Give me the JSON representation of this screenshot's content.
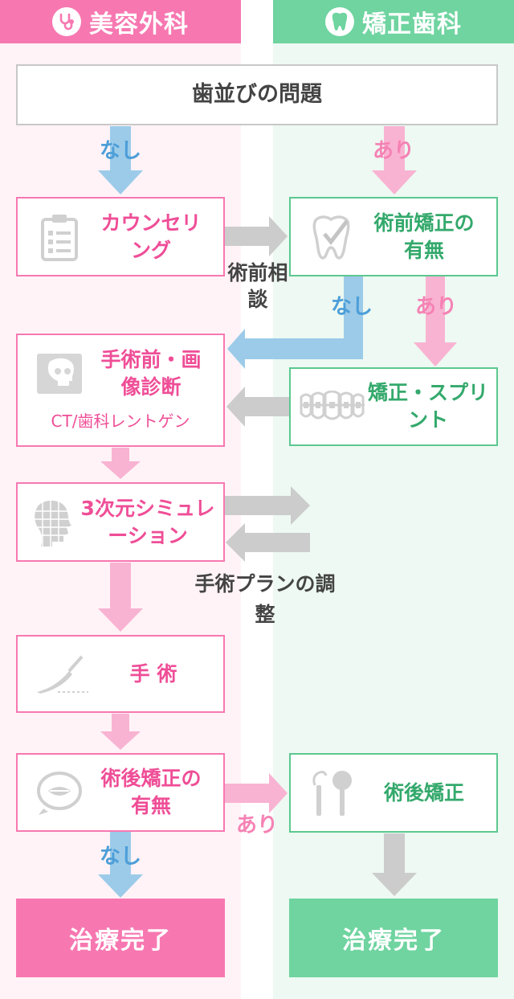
{
  "headers": {
    "left": "美容外科",
    "right": "矯正歯科",
    "left_icon": "stethoscope-icon",
    "right_icon": "tooth-icon"
  },
  "colors": {
    "pink": "#f778b1",
    "green": "#6fd4a0",
    "blue_arrow": "#9ccbe9",
    "pink_arrow": "#f9b3d2",
    "gray_arrow": "#cccccc"
  },
  "start": "歯並びの問題",
  "labels": {
    "nashi_1": "なし",
    "ari_1": "あり",
    "consult": "術前相談",
    "nashi_2": "なし",
    "ari_2": "あり",
    "adjust": "手術プランの調整",
    "ari_3": "あり",
    "nashi_3": "なし"
  },
  "nodes": {
    "counseling": {
      "text": "カウンセリング",
      "icon": "clipboard-icon"
    },
    "pre_ortho_check": {
      "text": "術前矯正の有無",
      "icon": "tooth-check-icon"
    },
    "diagnosis": {
      "text": "手術前・画像診断",
      "sub": "CT/歯科レントゲン",
      "icon": "skull-xray-icon"
    },
    "splint": {
      "text": "矯正・スプリント",
      "icon": "braces-icon"
    },
    "simulation": {
      "text": "3次元シミュレーション",
      "icon": "3d-head-icon"
    },
    "surgery": {
      "text": "手 術",
      "icon": "scalpel-icon"
    },
    "post_ortho_check": {
      "text": "術後矯正の有無",
      "icon": "mouth-icon"
    },
    "post_ortho": {
      "text": "術後矯正",
      "icon": "dental-tools-icon"
    }
  },
  "finals": {
    "left": "治療完了",
    "right": "治療完了"
  }
}
